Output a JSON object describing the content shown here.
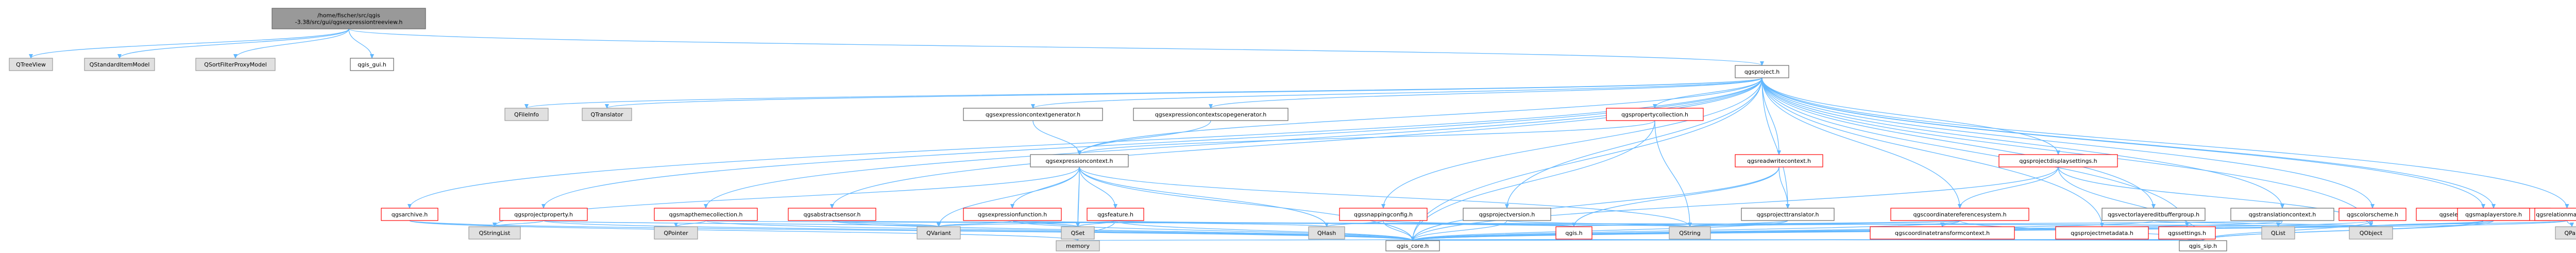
{
  "colors": {
    "root_fill": "#999999",
    "root_border": "#666666",
    "documented_fill": "#ffffff",
    "documented_border": "#ff0000",
    "plain_fill": "#ffffff",
    "plain_border": "#666666",
    "external_fill": "#e0e0e0",
    "external_border": "#999999",
    "edge": "#63b8ff",
    "text": "#000000"
  },
  "diagram": {
    "type": "include-dependency-graph",
    "nodes": [
      {
        "id": "root",
        "label": [
          "/home/fischer/src/qgis",
          "-3.38/src/gui/qgsexpressiontreeview.h"
        ],
        "kind": "root"
      },
      {
        "id": "qtreeview",
        "label": [
          "QTreeView"
        ],
        "kind": "external"
      },
      {
        "id": "qstandarditemmodel",
        "label": [
          "QStandardItemModel"
        ],
        "kind": "external"
      },
      {
        "id": "qsortfilterproxymodel",
        "label": [
          "QSortFilterProxyModel"
        ],
        "kind": "external"
      },
      {
        "id": "qgis_gui",
        "label": [
          "qgis_gui.h"
        ],
        "kind": "plain"
      },
      {
        "id": "qgsproject",
        "label": [
          "qgsproject.h"
        ],
        "kind": "plain"
      },
      {
        "id": "qfileinfo",
        "label": [
          "QFileInfo"
        ],
        "kind": "external"
      },
      {
        "id": "qtranslator",
        "label": [
          "QTranslator"
        ],
        "kind": "external"
      },
      {
        "id": "qgsexprctxgen",
        "label": [
          "qgsexpressioncontextgenerator.h"
        ],
        "kind": "plain"
      },
      {
        "id": "qgsexprctxscopegen",
        "label": [
          "qgsexpressioncontextscopegenerator.h"
        ],
        "kind": "plain"
      },
      {
        "id": "qgspropertycollection",
        "label": [
          "qgspropertycollection.h"
        ],
        "kind": "documented"
      },
      {
        "id": "qgsexpressioncontext",
        "label": [
          "qgsexpressioncontext.h"
        ],
        "kind": "plain"
      },
      {
        "id": "qgsreadwritecontext",
        "label": [
          "qgsreadwritecontext.h"
        ],
        "kind": "documented"
      },
      {
        "id": "qgsprojectdisplaysettings",
        "label": [
          "qgsprojectdisplaysettings.h"
        ],
        "kind": "documented"
      },
      {
        "id": "qgsarchive",
        "label": [
          "qgsarchive.h"
        ],
        "kind": "documented"
      },
      {
        "id": "qgsprojectproperty",
        "label": [
          "qgsprojectproperty.h"
        ],
        "kind": "documented"
      },
      {
        "id": "qgsmapthemecollection",
        "label": [
          "qgsmapthemecollection.h"
        ],
        "kind": "documented"
      },
      {
        "id": "qgsabstractsensor",
        "label": [
          "qgsabstractsensor.h"
        ],
        "kind": "documented"
      },
      {
        "id": "qgsexpressionfunction",
        "label": [
          "qgsexpressionfunction.h"
        ],
        "kind": "documented"
      },
      {
        "id": "qgsfeature",
        "label": [
          "qgsfeature.h"
        ],
        "kind": "documented"
      },
      {
        "id": "qgssnappingconfig",
        "label": [
          "qgssnappingconfig.h"
        ],
        "kind": "documented"
      },
      {
        "id": "qgsprojectversion",
        "label": [
          "qgsprojectversion.h"
        ],
        "kind": "plain"
      },
      {
        "id": "qgsprojecttranslator",
        "label": [
          "qgsprojecttranslator.h"
        ],
        "kind": "plain"
      },
      {
        "id": "qgscoordinatereferencesystem",
        "label": [
          "qgscoordinatereferencesystem.h"
        ],
        "kind": "documented"
      },
      {
        "id": "qgstranslationcontext",
        "label": [
          "qgstranslationcontext.h"
        ],
        "kind": "plain"
      },
      {
        "id": "qgselevationshadingrenderer",
        "label": [
          "qgselevationshadingrenderer.h"
        ],
        "kind": "documented"
      },
      {
        "id": "qgsvectorlayereditbuffergroup",
        "label": [
          "qgsvectorlayereditbuffergroup.h"
        ],
        "kind": "plain"
      },
      {
        "id": "qgscolorscheme",
        "label": [
          "qgscolorscheme.h"
        ],
        "kind": "documented"
      },
      {
        "id": "qgsmaplayerstore",
        "label": [
          "qgsmaplayerstore.h"
        ],
        "kind": "documented"
      },
      {
        "id": "qgsrelationmanager",
        "label": [
          "qgsrelationmanager.h"
        ],
        "kind": "documented"
      },
      {
        "id": "qgscoordinatetransformcontext",
        "label": [
          "qgscoordinatetransformcontext.h"
        ],
        "kind": "documented"
      },
      {
        "id": "qgsprojectmetadata",
        "label": [
          "qgsprojectmetadata.h"
        ],
        "kind": "documented"
      },
      {
        "id": "qgssettings",
        "label": [
          "qgssettings.h"
        ],
        "kind": "documented"
      },
      {
        "id": "qgis_h",
        "label": [
          "qgis.h"
        ],
        "kind": "documented"
      },
      {
        "id": "qstringlist",
        "label": [
          "QStringList"
        ],
        "kind": "external"
      },
      {
        "id": "qpointer",
        "label": [
          "QPointer"
        ],
        "kind": "external"
      },
      {
        "id": "qvariant",
        "label": [
          "QVariant"
        ],
        "kind": "external"
      },
      {
        "id": "qset",
        "label": [
          "QSet"
        ],
        "kind": "external"
      },
      {
        "id": "qhash",
        "label": [
          "QHash"
        ],
        "kind": "external"
      },
      {
        "id": "qstring",
        "label": [
          "QString"
        ],
        "kind": "external"
      },
      {
        "id": "qlist",
        "label": [
          "QList"
        ],
        "kind": "external"
      },
      {
        "id": "qobject",
        "label": [
          "QObject"
        ],
        "kind": "external"
      },
      {
        "id": "qpair",
        "label": [
          "QPair"
        ],
        "kind": "external"
      },
      {
        "id": "memory",
        "label": [
          "memory"
        ],
        "kind": "external"
      },
      {
        "id": "qgis_core",
        "label": [
          "qgis_core.h"
        ],
        "kind": "plain"
      },
      {
        "id": "qgis_sip",
        "label": [
          "qgis_sip.h"
        ],
        "kind": "plain"
      }
    ]
  }
}
